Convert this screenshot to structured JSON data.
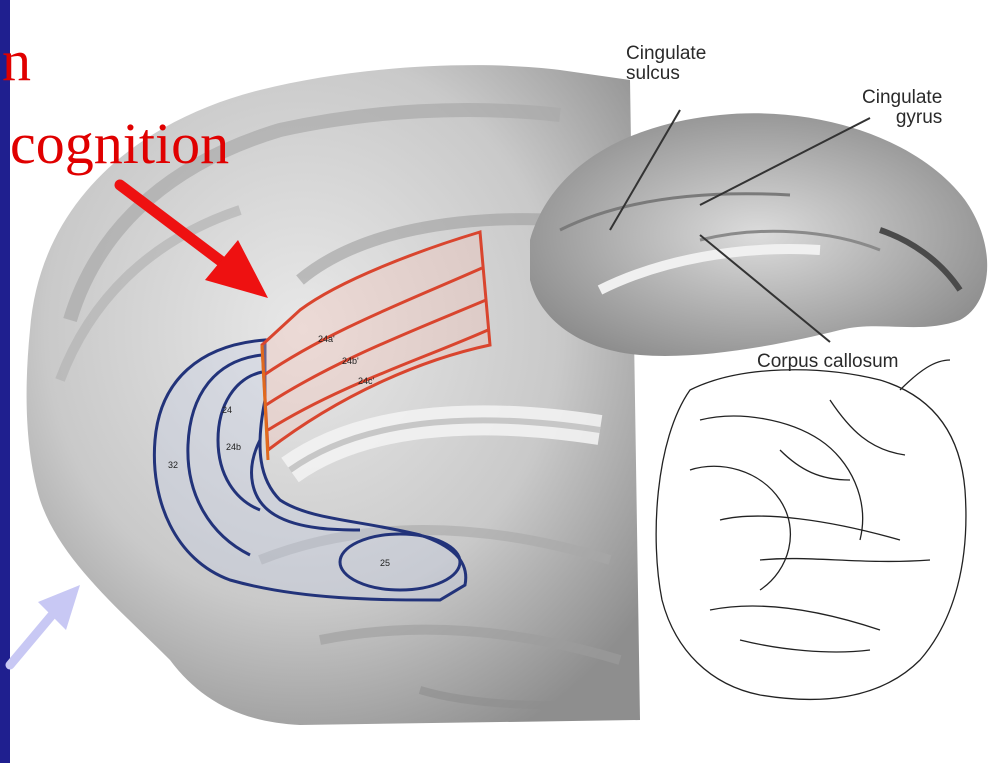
{
  "slide": {
    "cut_title_line1": "n",
    "cut_title_line2": "cognition",
    "colors": {
      "title_red": "#e00000",
      "arrow_red": "#ee1111",
      "arrow_lavender": "#c8c8f4",
      "left_bar": "#1f1f8f",
      "red_region": "#d9452e",
      "blue_region": "#22337a"
    }
  },
  "labels": {
    "cingulate_sulcus": "Cingulate\nsulcus",
    "cingulate_gyrus": "Cingulate\ngyrus",
    "corpus_callosum": "Corpus callosum"
  },
  "areas": {
    "blue": [
      "32",
      "24",
      "24b",
      "25"
    ],
    "red": [
      "24a'",
      "24b'",
      "24c'"
    ]
  }
}
